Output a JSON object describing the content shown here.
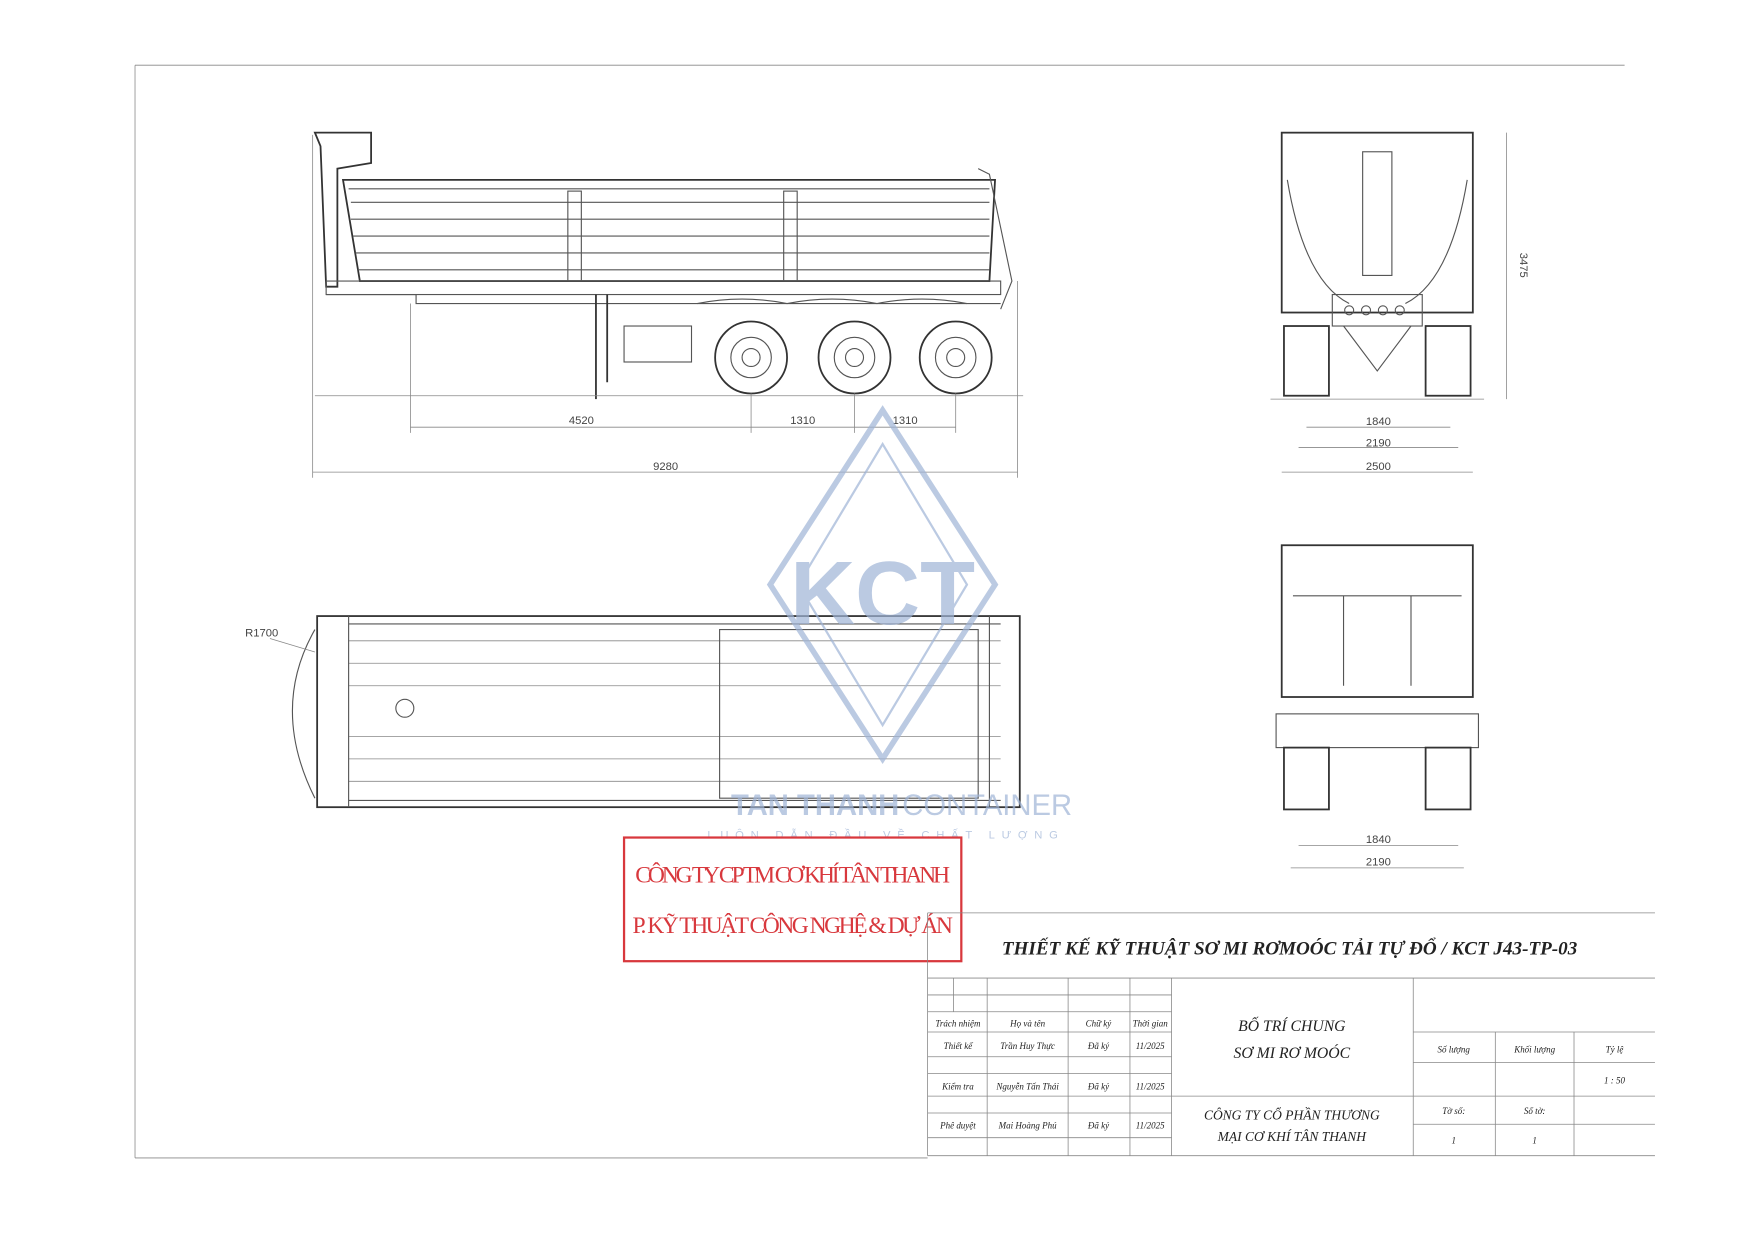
{
  "drawing": {
    "title": "THIẾT KẾ KỸ THUẬT SƠ MI RƠMOÓC TẢI TỰ ĐỔ / KCT J43-TP-03",
    "side_view_dims": {
      "d1": "4520",
      "d2": "1310",
      "d3": "1310",
      "overall": "9280"
    },
    "rear_view_dims": {
      "w1": "1840",
      "w2": "2190",
      "w3": "2500",
      "height": "3475"
    },
    "top_view": {
      "radius": "R1700"
    },
    "front_view_dims": {
      "w1": "1840",
      "w2": "2190"
    }
  },
  "watermark": {
    "logo": "KCT",
    "brand_1": "TAN THANH",
    "brand_2": "CONTAINER",
    "slogan": "LUÔN DẪN ĐẦU VỀ CHẤT LƯỢNG"
  },
  "stamp": {
    "line1": "CÔNG TY CP TM CƠ KHÍ TÂN THANH",
    "line2": "P. KỸ THUẬT CÔNG NGHỆ & DỰ ÁN"
  },
  "title_block": {
    "headers": [
      "Trách nhiệm",
      "Họ và tên",
      "Chữ ký",
      "Thời gian"
    ],
    "rows": [
      [
        "Thiết kế",
        "Trần Huy Thực",
        "Đã ký",
        "11/2025"
      ],
      [
        "Kiểm tra",
        "Nguyễn Tấn Thái",
        "Đã ký",
        "11/2025"
      ],
      [
        "Phê duyệt",
        "Mai Hoàng Phú",
        "Đã ký",
        "11/2025"
      ]
    ],
    "drawing_name_1": "BỐ TRÍ CHUNG",
    "drawing_name_2": "SƠ MI RƠ MOÓC",
    "company_1": "CÔNG TY CỔ PHẦN THƯƠNG",
    "company_2": "MẠI CƠ KHÍ TÂN THANH",
    "qty_label": "Số lượng",
    "mass_label": "Khối lượng",
    "scale_label": "Tỷ lệ",
    "scale_value": "1 : 50",
    "sheet_label": "Tờ số:",
    "sheets_label": "Số tờ:",
    "sheet_value": "1",
    "sheets_value": "1"
  }
}
